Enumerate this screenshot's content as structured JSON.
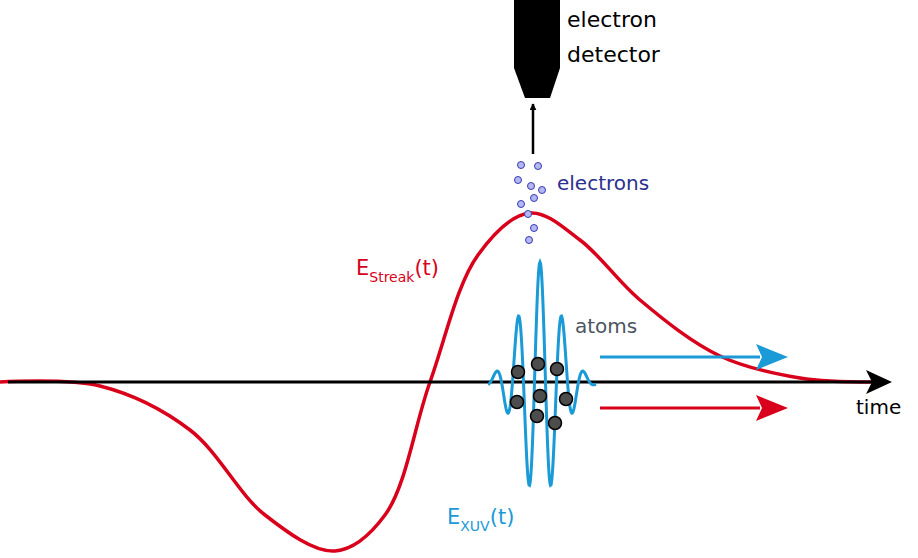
{
  "diagram": {
    "labels": [
      "electron detector",
      "electrons",
      "E",
      "Streak",
      "(t)",
      "atoms",
      "E",
      "XUV",
      "(t)",
      "time"
    ]
  }
}
